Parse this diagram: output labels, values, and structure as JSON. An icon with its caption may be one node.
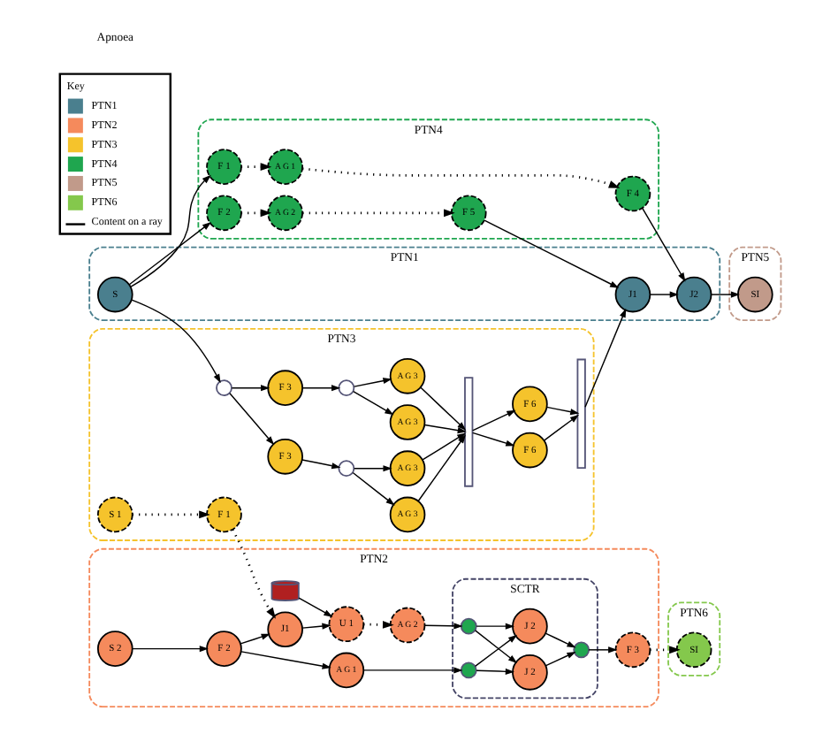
{
  "diagram": {
    "nodes": [
      {
        "text": [
          "PTN1"
        ]
      },
      {
        "text": [
          "S"
        ],
        "in": 0
      },
      {
        "text": [
          "J1"
        ],
        "in": 0
      },
      {
        "text": [
          "J2"
        ],
        "in": 0
      },
      {
        "text": [
          "PTN4"
        ]
      },
      {
        "text": [
          "F 1"
        ],
        "in": 4
      },
      {
        "text": [
          "F 2"
        ],
        "in": 4
      },
      {
        "text": [
          "A G 1"
        ],
        "in": 4
      },
      {
        "text": [
          "A G 2"
        ],
        "in": 4
      },
      {
        "text": [
          "F 4"
        ],
        "in": 4
      },
      {
        "text": [
          "F 5"
        ],
        "in": 4
      },
      {
        "text": [
          "PTN5"
        ]
      },
      {
        "text": [
          "SI"
        ],
        "in": 11
      },
      {
        "text": [
          "PTN3"
        ]
      },
      {
        "text": [],
        "shape": "circle",
        "in": 13
      },
      {
        "text": [
          "F 3"
        ],
        "in": 13
      },
      {
        "text": [
          "F 3"
        ],
        "in": 13
      },
      {
        "text": [],
        "shape": "circle",
        "in": 13
      },
      {
        "text": [],
        "shape": "circle",
        "in": 13
      },
      {
        "text": [
          "A G 3"
        ],
        "in": 13
      },
      {
        "text": [
          "A G 3"
        ],
        "in": 13
      },
      {
        "text": [
          "A G 3"
        ],
        "in": 13
      },
      {
        "text": [
          "A G 3"
        ],
        "in": 13
      },
      {
        "text": [],
        "shape": "bar",
        "in": 13
      },
      {
        "text": [
          "F 6"
        ],
        "in": 13
      },
      {
        "text": [
          "F 6"
        ],
        "in": 13
      },
      {
        "text": [],
        "shape": "bar",
        "in": 13
      },
      {
        "text": [
          "S 1"
        ],
        "in": 13
      },
      {
        "text": [
          "F 1"
        ],
        "in": 13
      },
      {
        "text": [
          "PTN2"
        ]
      },
      {
        "text": [
          "J1"
        ],
        "in": 29
      },
      {
        "text": [
          "U 1"
        ],
        "in": 29
      },
      {
        "text": [],
        "shape": "cylinder",
        "in": 29
      },
      {
        "text": [
          "A G 2"
        ],
        "in": 29
      },
      {
        "text": [
          "SCTR"
        ],
        "in": 29
      },
      {
        "text": [
          "J 2"
        ],
        "in": 34
      },
      {
        "text": [
          "J 2"
        ],
        "in": 34
      },
      {
        "text": [],
        "shape": "circle",
        "in": 34
      },
      {
        "text": [],
        "shape": "circle",
        "in": 34
      },
      {
        "text": [],
        "shape": "circle",
        "in": 34
      },
      {
        "text": [
          "S 2"
        ],
        "in": 29
      },
      {
        "text": [
          "F 2"
        ],
        "in": 29
      },
      {
        "text": [
          "A G 1"
        ],
        "in": 29
      },
      {
        "text": [
          "F 3"
        ],
        "in": 29
      },
      {
        "text": [
          "PTN6"
        ]
      },
      {
        "text": [
          "SI"
        ],
        "in": 44
      }
    ],
    "edges": [
      {
        "from": 1,
        "to": 5,
        "arrow": "to"
      },
      {
        "from": 1,
        "to": 6,
        "arrow": "to"
      },
      {
        "from": 5,
        "to": 7,
        "arrow": "to",
        "style": "dashed"
      },
      {
        "from": 7,
        "to": 9,
        "arrow": "to",
        "style": "dashed"
      },
      {
        "from": 6,
        "to": 8,
        "arrow": "to",
        "style": "dashed"
      },
      {
        "from": 8,
        "to": 10,
        "arrow": "to",
        "style": "dashed"
      },
      {
        "from": 9,
        "to": 3,
        "arrow": "to"
      },
      {
        "from": 10,
        "to": 2,
        "arrow": "to"
      },
      {
        "from": 1,
        "to": 14,
        "arrow": "to"
      },
      {
        "from": 14,
        "to": 15,
        "arrow": "to"
      },
      {
        "from": 14,
        "to": 16,
        "arrow": "to"
      },
      {
        "from": 15,
        "to": 17,
        "arrow": "to"
      },
      {
        "from": 17,
        "to": 19,
        "arrow": "to"
      },
      {
        "from": 17,
        "to": 20,
        "arrow": "to"
      },
      {
        "from": 16,
        "to": 18,
        "arrow": "to"
      },
      {
        "from": 18,
        "to": 21,
        "arrow": "to"
      },
      {
        "from": 18,
        "to": 22,
        "arrow": "to"
      },
      {
        "from": 19,
        "to": 23,
        "arrow": "to"
      },
      {
        "from": 20,
        "to": 23,
        "arrow": "to"
      },
      {
        "from": 21,
        "to": 23,
        "arrow": "to"
      },
      {
        "from": 22,
        "to": 23,
        "arrow": "to"
      },
      {
        "from": 23,
        "to": 24,
        "arrow": "to"
      },
      {
        "from": 23,
        "to": 25,
        "arrow": "to"
      },
      {
        "from": 24,
        "to": 26,
        "arrow": "to"
      },
      {
        "from": 25,
        "to": 26,
        "arrow": "to"
      },
      {
        "from": 26,
        "to": 2,
        "arrow": "to"
      },
      {
        "from": 2,
        "to": 3,
        "arrow": "to"
      },
      {
        "from": 3,
        "to": 12,
        "arrow": "to"
      },
      {
        "from": 27,
        "to": 28,
        "arrow": "to",
        "style": "dashed"
      },
      {
        "from": 28,
        "to": 30,
        "arrow": "to",
        "style": "dashed"
      },
      {
        "from": 40,
        "to": 41,
        "arrow": "to"
      },
      {
        "from": 41,
        "to": 30,
        "arrow": "to"
      },
      {
        "from": 41,
        "to": 42,
        "arrow": "to"
      },
      {
        "from": 30,
        "to": 31,
        "arrow": "to"
      },
      {
        "from": 32,
        "to": 31,
        "arrow": "to"
      },
      {
        "from": 31,
        "to": 33,
        "arrow": "to",
        "style": "dashed"
      },
      {
        "from": 33,
        "to": 37,
        "arrow": "to"
      },
      {
        "from": 42,
        "to": 38,
        "arrow": "to"
      },
      {
        "from": 37,
        "to": 35,
        "arrow": "to"
      },
      {
        "from": 37,
        "to": 36,
        "arrow": "to"
      },
      {
        "from": 38,
        "to": 35,
        "arrow": "to"
      },
      {
        "from": 38,
        "to": 36,
        "arrow": "to"
      },
      {
        "from": 35,
        "to": 39,
        "arrow": "to"
      },
      {
        "from": 36,
        "to": 39,
        "arrow": "to"
      },
      {
        "from": 39,
        "to": 43,
        "arrow": "to"
      },
      {
        "from": 43,
        "to": 45,
        "arrow": "to",
        "style": "dashed"
      }
    ],
    "labels": [
      "Key",
      "Apnoea"
    ],
    "legend": [
      {
        "text": "PTN1",
        "color": "#4a7f8e"
      },
      {
        "text": "PTN2",
        "color": "#f58a5c"
      },
      {
        "text": "PTN3",
        "color": "#f5c32c"
      },
      {
        "text": "PTN4",
        "color": "#1fa64f"
      },
      {
        "text": "PTN5",
        "color": "#c19a8a"
      },
      {
        "text": "PTN6",
        "color": "#84c84c"
      },
      {
        "text": "Content on a ray"
      }
    ]
  }
}
